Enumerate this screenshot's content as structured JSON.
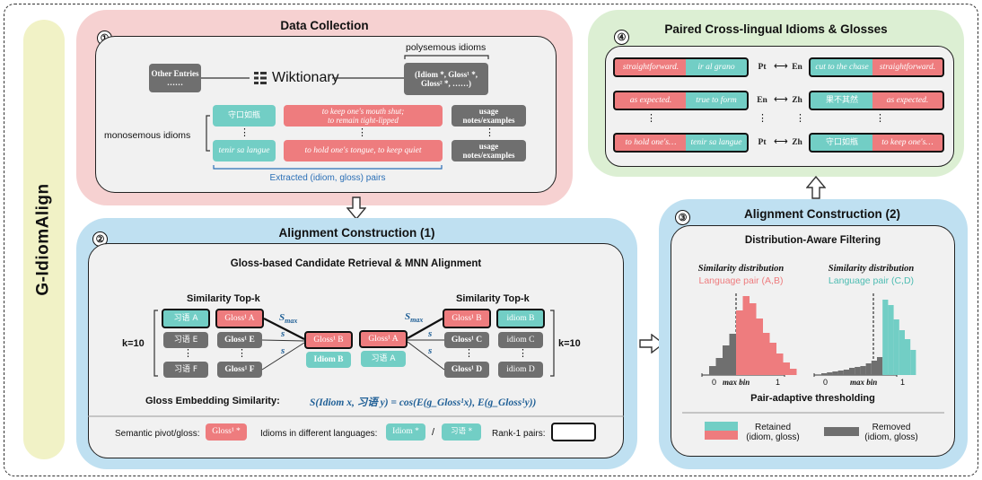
{
  "sidebar_title": "G-IdiomAlign",
  "panel1": {
    "num": "①",
    "title": "Data Collection",
    "other_entries": "Other Entries",
    "other_dots": "……",
    "wiktionary": "Wiktionary",
    "polysemous_label": "polysemous idioms",
    "polysemous_box": "(Idiom *, Gloss¹ *,\nGloss² *, ……)",
    "monosemous_label": "monosemous idioms",
    "idiom1": "守口如瓶",
    "gloss1": "to keep one's mouth shut;\nto remain tight-lipped",
    "usage1": "usage\nnotes/examples",
    "idiom2": "tenir sa langue",
    "gloss2": "to hold one's tongue, to keep quiet",
    "usage2": "usage\nnotes/examples",
    "vdots": "⋮",
    "extracted": "Extracted (idiom, gloss) pairs"
  },
  "panel4": {
    "num": "④",
    "title": "Paired Cross-lingual Idioms & Glosses",
    "rows": [
      {
        "g1": "straightforward.",
        "i1": "ir al grano",
        "l1": "Pt",
        "l2": "En",
        "i2": "cut to the chase",
        "g2": "straightforward."
      },
      {
        "g1": "as expected.",
        "i1": "true to form",
        "l1": "En",
        "l2": "Zh",
        "i2": "果不其然",
        "g2": "as expected."
      },
      {
        "g1": "to hold one's…",
        "i1": "tenir sa langue",
        "l1": "Pt",
        "l2": "Zh",
        "i2": "守口如瓶",
        "g2": "to keep one's…"
      }
    ],
    "arrow": "⟷",
    "vdots": "⋮"
  },
  "panel2": {
    "num": "②",
    "title": "Alignment Construction (1)",
    "subtitle": "Gloss-based Candidate Retrieval & MNN Alignment",
    "topk_left": "Similarity Top-k",
    "topk_right": "Similarity Top-k",
    "k_left": "k=10",
    "k_right": "k=10",
    "left": {
      "i1": "习语 A",
      "g1": "Gloss¹ A",
      "i2": "习语 E",
      "g2": "Gloss¹ E",
      "i3": "习语 F",
      "g3": "Gloss¹ F"
    },
    "mid_left": {
      "g": "Gloss¹ B",
      "i": "Idiom B"
    },
    "mid_right": {
      "g": "Gloss¹ A",
      "i": "习语 A"
    },
    "right": {
      "g1": "Gloss¹ B",
      "i1": "idiom B",
      "g2": "Gloss¹ C",
      "i2": "idiom C",
      "g3": "Gloss¹ D",
      "i3": "idiom D"
    },
    "s_max": "S",
    "s_max_sub": "max",
    "s": "s",
    "vdots": "⋮",
    "formula_label": "Gloss Embedding Similarity:",
    "formula": "S(Idiom x, 习语 y) = cos(E(g_Gloss¹x), E(g_Gloss¹y))",
    "legend_pivot_label": "Semantic pivot/gloss:",
    "legend_pivot_box": "Gloss¹ *",
    "legend_idioms_label": "Idioms in different languages:",
    "legend_idiom_box": "Idiom *",
    "legend_slash": "/",
    "legend_xiyu_box": "习语 *",
    "legend_rank_label": "Rank-1 pairs:"
  },
  "panel3": {
    "num": "③",
    "title": "Alignment Construction (2)",
    "subtitle": "Distribution-Aware Filtering",
    "left_dist_title": "Similarity distribution",
    "left_pair": "Language pair (A,B)",
    "right_dist_title": "Similarity distribution",
    "right_pair": "Language pair (C,D)",
    "axis_zero": "0",
    "axis_one": "1",
    "maxbin": "max bin",
    "thresholding": "Pair-adaptive thresholding",
    "retained": "Retained\n(idiom, gloss)",
    "removed": "Removed\n(idiom, gloss)"
  },
  "colors": {
    "red": "#ee7c7e",
    "teal": "#72cec5",
    "gray": "#6f6f6f",
    "pink_bg": "#f6d1d1",
    "green_bg": "#dcefd3",
    "blue_bg": "#bfe0f1"
  }
}
